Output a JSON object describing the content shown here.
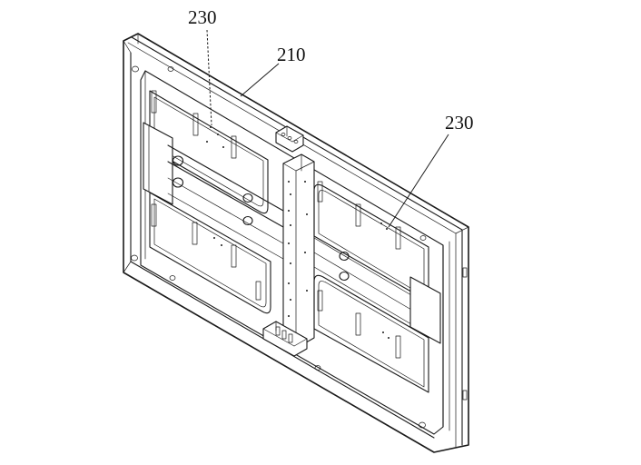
{
  "figure": {
    "labels": {
      "plate_left": "230",
      "frame": "210",
      "plate_right": "230"
    }
  },
  "colors": {
    "line": "#1a1a1a",
    "background": "#ffffff"
  }
}
